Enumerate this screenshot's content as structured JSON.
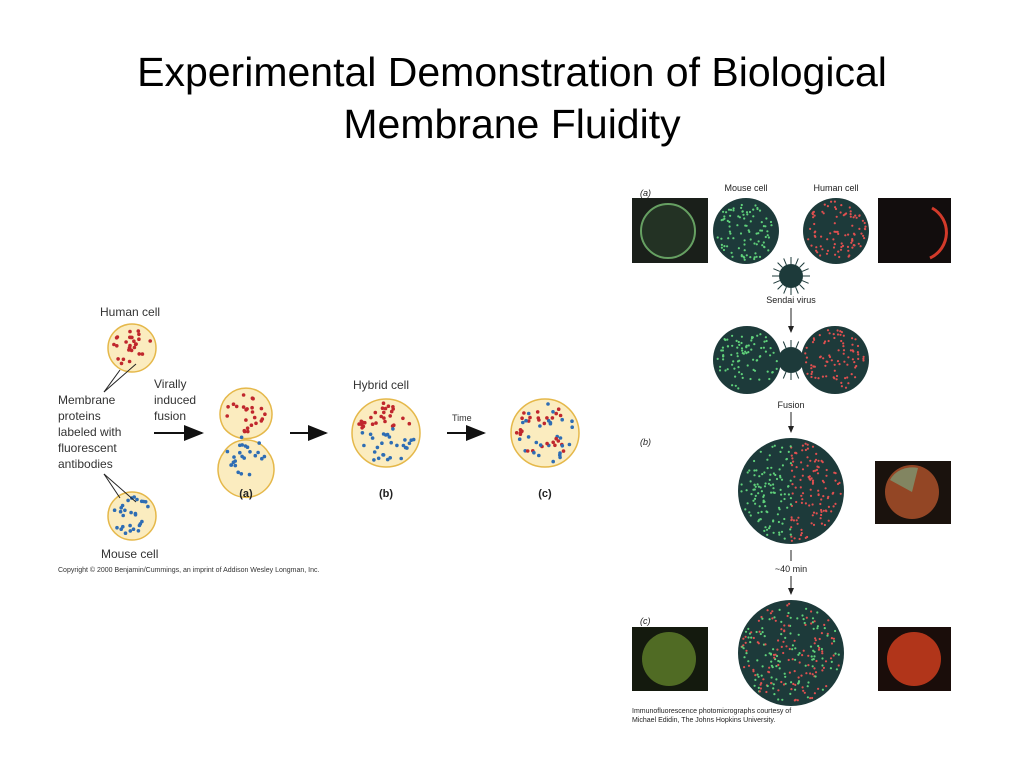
{
  "slide": {
    "title_line1": "Experimental Demonstration of Biological",
    "title_line2": "Membrane Fluidity"
  },
  "left_figure": {
    "human_cell_label": "Human cell",
    "mouse_cell_label": "Mouse cell",
    "membrane_label_lines": [
      "Membrane",
      "proteins",
      "labeled with",
      "fluorescent",
      "antibodies"
    ],
    "virally_label_lines": [
      "Virally",
      "induced",
      "fusion"
    ],
    "hybrid_cell_label": "Hybrid cell",
    "time_label": "Time",
    "panel_a": "(a)",
    "panel_b": "(b)",
    "panel_c": "(c)",
    "copyright": "Copyright © 2000 Benjamin/Cummings, an imprint of Addison Wesley Longman, Inc.",
    "colors": {
      "human_dot": "#c0272d",
      "mouse_dot": "#2e6db4",
      "cell_fill": "#fbecbf",
      "cell_border": "#e5b84a"
    }
  },
  "right_figure": {
    "panel_a": "(a)",
    "panel_b": "(b)",
    "panel_c": "(c)",
    "mouse_cell_label": "Mouse cell",
    "human_cell_label": "Human cell",
    "sendai_label": "Sendai virus",
    "fusion_label": "Fusion",
    "time_label": "~40 min",
    "credit_line1": "Immunofluorescence photomicrographs courtesy of",
    "credit_line2": "Michael Edidin, The Johns Hopkins University.",
    "colors": {
      "cell_fill": "#1d3a3a",
      "green_dot": "#5fd07a",
      "red_dot": "#e05050"
    }
  }
}
